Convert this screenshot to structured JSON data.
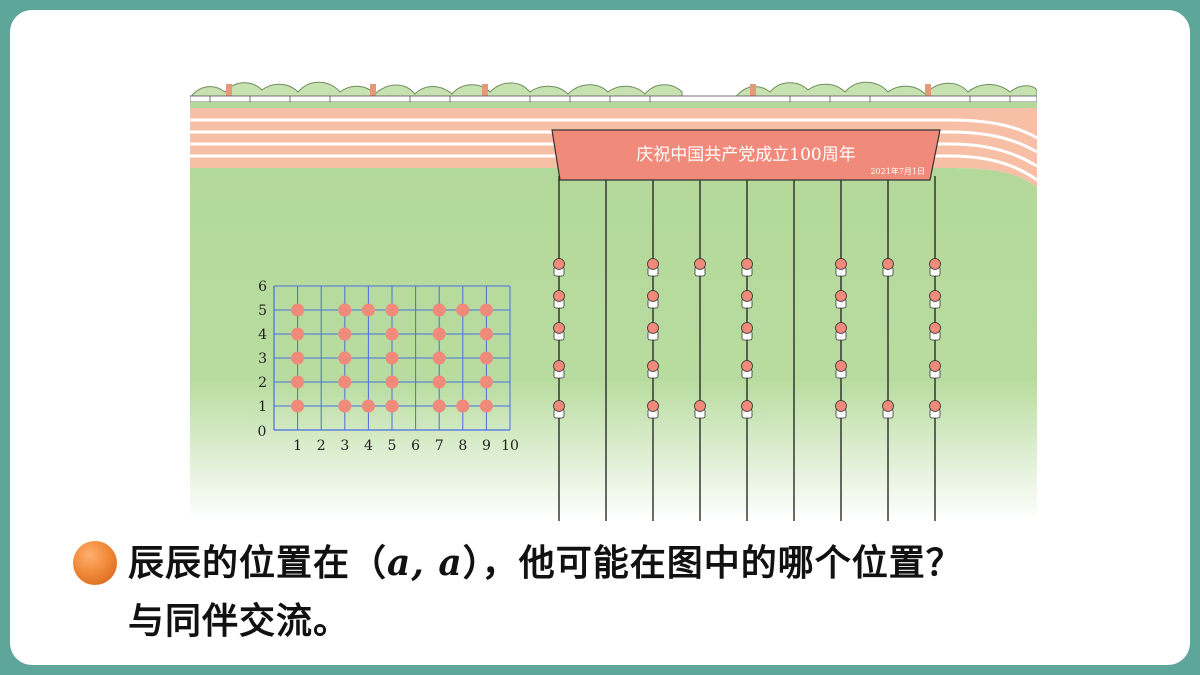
{
  "banner": {
    "title": "庆祝中国共产党成立100周年",
    "date": "2021年7月1日"
  },
  "grid": {
    "x_ticks": [
      "0",
      "1",
      "2",
      "3",
      "4",
      "5",
      "6",
      "7",
      "8",
      "9",
      "10"
    ],
    "y_ticks": [
      "1",
      "2",
      "3",
      "4",
      "5",
      "6"
    ],
    "points": [
      [
        1,
        1
      ],
      [
        1,
        2
      ],
      [
        1,
        3
      ],
      [
        1,
        4
      ],
      [
        1,
        5
      ],
      [
        3,
        1
      ],
      [
        3,
        2
      ],
      [
        3,
        3
      ],
      [
        3,
        4
      ],
      [
        3,
        5
      ],
      [
        4,
        1
      ],
      [
        4,
        5
      ],
      [
        5,
        1
      ],
      [
        5,
        2
      ],
      [
        5,
        3
      ],
      [
        5,
        4
      ],
      [
        5,
        5
      ],
      [
        7,
        1
      ],
      [
        7,
        2
      ],
      [
        7,
        3
      ],
      [
        7,
        4
      ],
      [
        7,
        5
      ],
      [
        8,
        1
      ],
      [
        8,
        5
      ],
      [
        9,
        1
      ],
      [
        9,
        2
      ],
      [
        9,
        3
      ],
      [
        9,
        4
      ],
      [
        9,
        5
      ]
    ]
  },
  "question": {
    "line1_a": "辰辰的位置在（",
    "math": "a, a",
    "line1_b": "），他可能在图中的哪个位置？",
    "line2": "与同伴交流。"
  },
  "colors": {
    "frame": "#5fa69a",
    "field": "#b3d99a",
    "track": "#f4a380",
    "dot": "#f08a7a",
    "grid_line": "#4a6fe0",
    "bullet": "#f08a3a"
  }
}
